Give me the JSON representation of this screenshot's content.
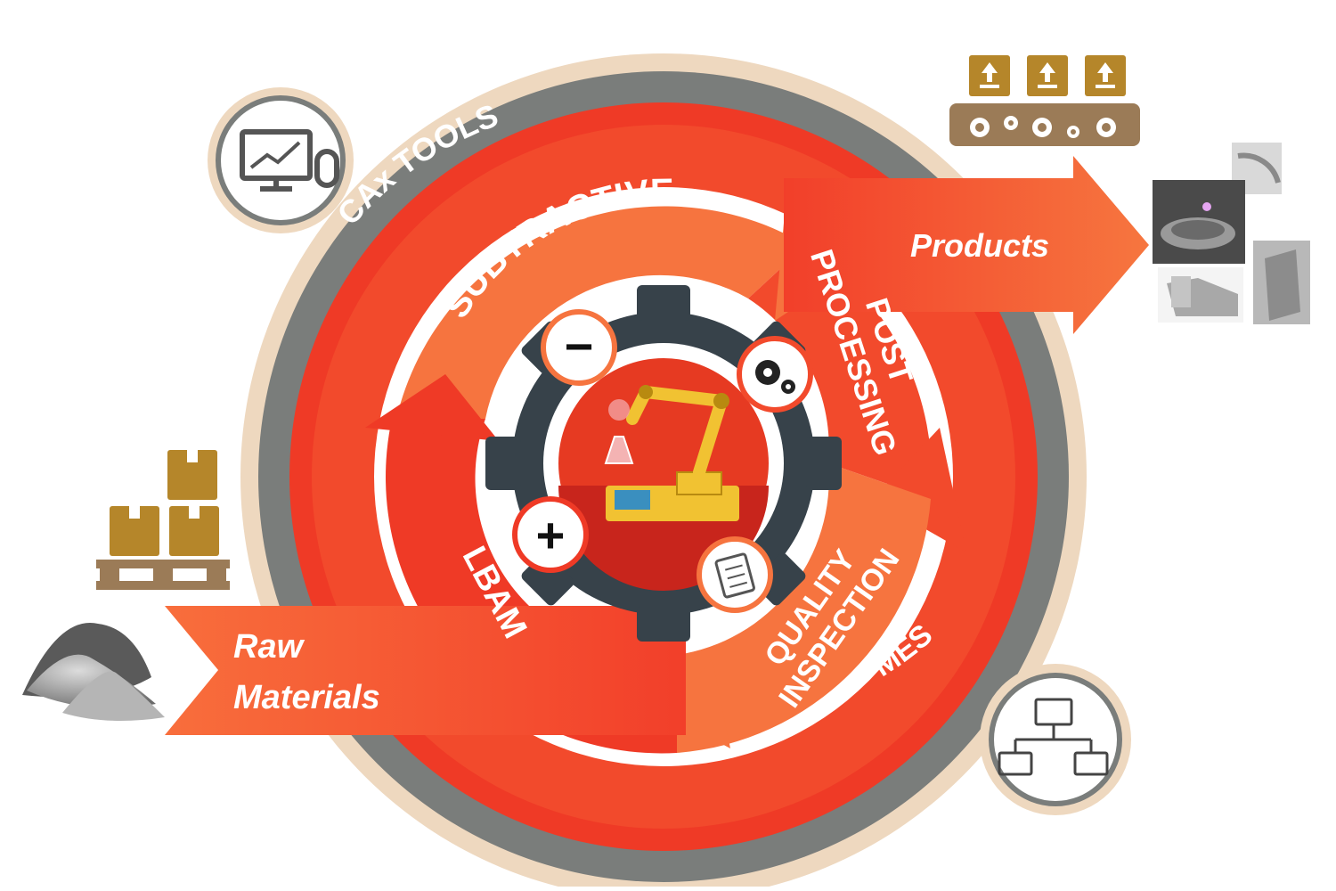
{
  "labels": {
    "cax_tools": "CAx TOOLS",
    "mes": "MES",
    "subtractive": "SUBTRACTIVE",
    "post": "POST",
    "processing": "PROCESSING",
    "quality": "QUALITY",
    "inspection": "INSPECTION",
    "lbam": "LBAM",
    "products": "Products",
    "raw": "Raw",
    "materials": "Materials"
  },
  "symbols": {
    "minus": "−",
    "plus": "+"
  },
  "icons": {
    "cax": "computer-monitor-icon",
    "mes": "network-hierarchy-icon",
    "products": "boxes-on-conveyor-icon",
    "raw": "boxes-on-pallet-icon",
    "center": "robotic-arm-icon",
    "gear": "gears-icon",
    "checklist": "checklist-icon"
  },
  "colors": {
    "beige": "#eed8bf",
    "grey": "#7a7d7b",
    "red": "#f2402a",
    "orange": "#f6743f",
    "dark_gear": "#37424a",
    "brown": "#b5862a"
  }
}
